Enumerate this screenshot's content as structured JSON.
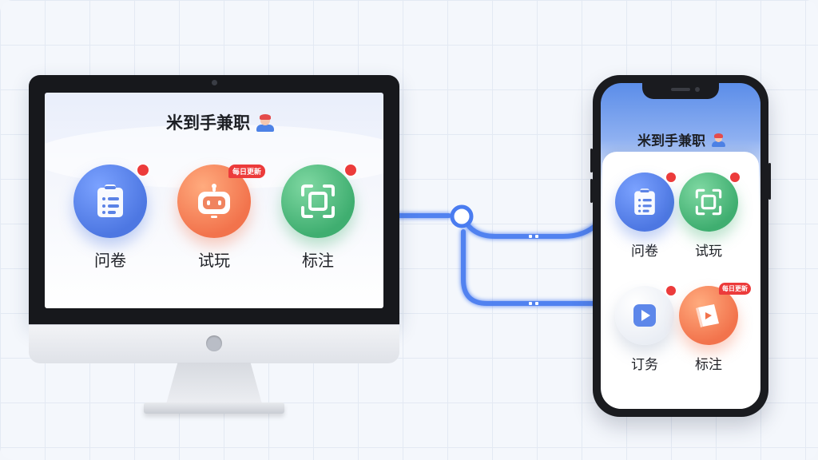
{
  "desktop": {
    "app_title": "米到手兼职",
    "tiles": [
      {
        "label": "问卷",
        "badge": "",
        "icon": "clipboard-icon"
      },
      {
        "label": "试玩",
        "badge": "每日更新",
        "icon": "robot-icon"
      },
      {
        "label": "标注",
        "badge": "",
        "icon": "scan-frame-icon"
      }
    ]
  },
  "mobile": {
    "app_title": "米到手兼职",
    "tiles": [
      {
        "label": "问卷",
        "badge": "",
        "icon": "clipboard-icon"
      },
      {
        "label": "试玩",
        "badge": "",
        "icon": "scan-frame-icon"
      },
      {
        "label": "订务",
        "badge": "",
        "icon": "play-icon"
      },
      {
        "label": "标注",
        "badge": "每日更新",
        "icon": "tag-flag-icon"
      }
    ]
  },
  "colors": {
    "blue": "#4d77e2",
    "orange": "#f2734c",
    "green": "#3fae70",
    "badge_red": "#ec3b3b",
    "connector": "#4a7cf0"
  }
}
